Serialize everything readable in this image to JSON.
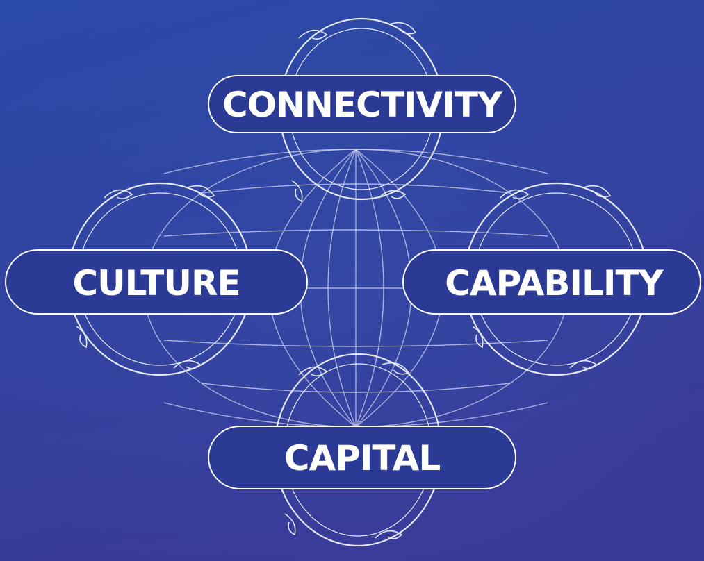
{
  "diagram": {
    "pillars": [
      {
        "id": "connectivity",
        "label": "CONNECTIVITY"
      },
      {
        "id": "culture",
        "label": "CULTURE"
      },
      {
        "id": "capability",
        "label": "CAPABILITY"
      },
      {
        "id": "capital",
        "label": "CAPITAL"
      }
    ]
  },
  "colors": {
    "background_top": "#2848a6",
    "background_bottom": "#383a98",
    "pill_fill": "#2b3a94",
    "outline": "#ffffff",
    "globe_lines": "#cfd5f0"
  },
  "icons": [
    "globe-grid-icon",
    "koru-ring-icon"
  ]
}
